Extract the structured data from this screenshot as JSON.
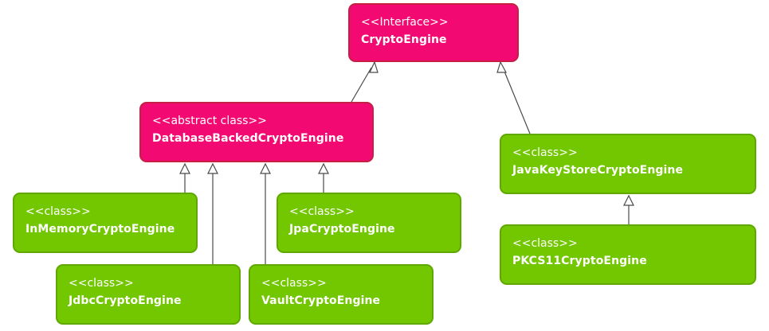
{
  "diagram": {
    "nodes": [
      {
        "id": "crypto-engine",
        "stereotype": "<<Interface>>",
        "name": "CryptoEngine",
        "color": "#f20a72"
      },
      {
        "id": "database-backed",
        "stereotype": "<<abstract class>>",
        "name": "DatabaseBackedCryptoEngine",
        "color": "#f20a72"
      },
      {
        "id": "java-keystore",
        "stereotype": "<<class>>",
        "name": "JavaKeyStoreCryptoEngine",
        "color": "#72c700"
      },
      {
        "id": "in-memory",
        "stereotype": "<<class>>",
        "name": "InMemoryCryptoEngine",
        "color": "#72c700"
      },
      {
        "id": "jpa",
        "stereotype": "<<class>>",
        "name": "JpaCryptoEngine",
        "color": "#72c700"
      },
      {
        "id": "jdbc",
        "stereotype": "<<class>>",
        "name": "JdbcCryptoEngine",
        "color": "#72c700"
      },
      {
        "id": "vault",
        "stereotype": "<<class>>",
        "name": "VaultCryptoEngine",
        "color": "#72c700"
      },
      {
        "id": "pkcs11",
        "stereotype": "<<class>>",
        "name": "PKCS11CryptoEngine",
        "color": "#72c700"
      }
    ],
    "edges": [
      {
        "from": "database-backed",
        "to": "crypto-engine",
        "type": "inheritance"
      },
      {
        "from": "java-keystore",
        "to": "crypto-engine",
        "type": "inheritance"
      },
      {
        "from": "in-memory",
        "to": "database-backed",
        "type": "inheritance"
      },
      {
        "from": "jdbc",
        "to": "database-backed",
        "type": "inheritance"
      },
      {
        "from": "vault",
        "to": "database-backed",
        "type": "inheritance"
      },
      {
        "from": "jpa",
        "to": "database-backed",
        "type": "inheritance"
      },
      {
        "from": "pkcs11",
        "to": "java-keystore",
        "type": "inheritance"
      }
    ]
  }
}
